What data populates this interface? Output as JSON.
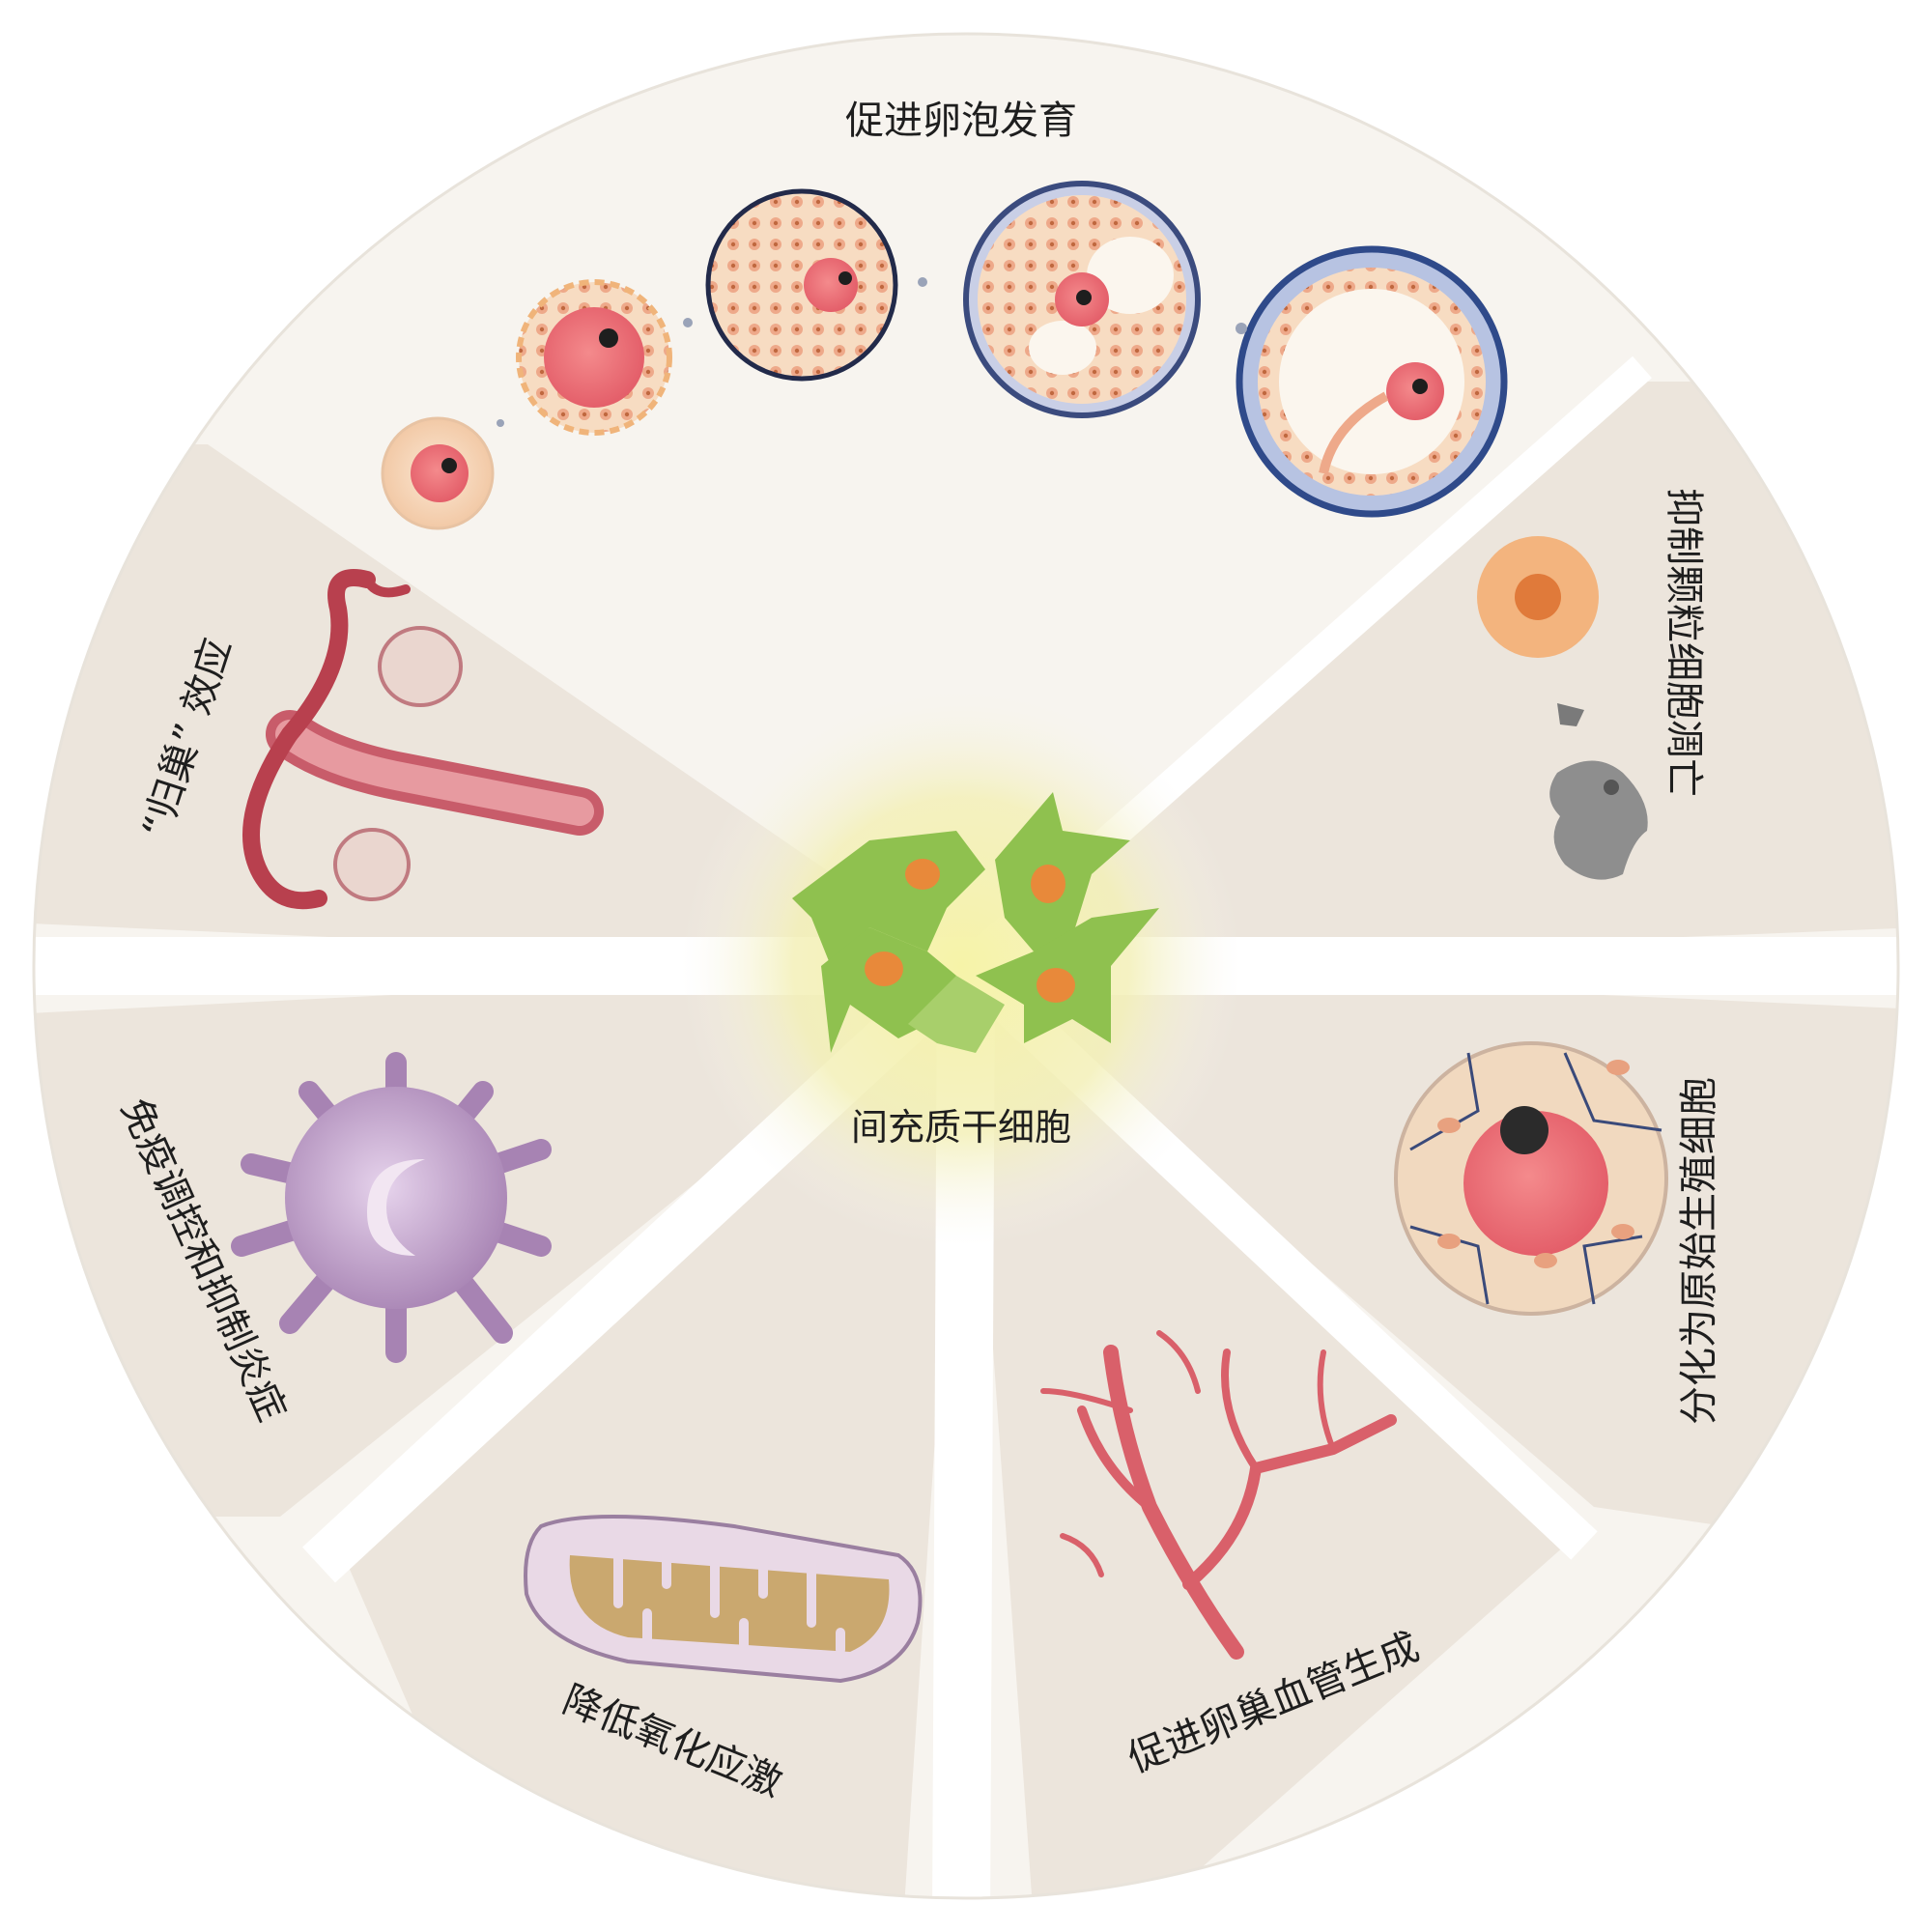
{
  "center": {
    "label": "间充质干细胞"
  },
  "sectors": [
    {
      "id": "follicle",
      "label": "促进卵泡发育"
    },
    {
      "id": "granulosa",
      "label": "抑制颗粒细胞凋亡"
    },
    {
      "id": "germ",
      "label": "分化为原始生殖细胞"
    },
    {
      "id": "angio",
      "label": "促进卵巢血管生成"
    },
    {
      "id": "oxidative",
      "label": "降低氧化应激"
    },
    {
      "id": "immune",
      "label": "免疫调控和抑制炎症"
    },
    {
      "id": "homing",
      "label": "“归巢” 效应"
    }
  ],
  "colors": {
    "sector_light": "#f7f4ef",
    "sector_dark": "#ece5dc",
    "spoke": "#ffffff",
    "glow": "#f3f0b3",
    "stem_cell": "#8fc14f",
    "nucleus": "#e8893a"
  }
}
